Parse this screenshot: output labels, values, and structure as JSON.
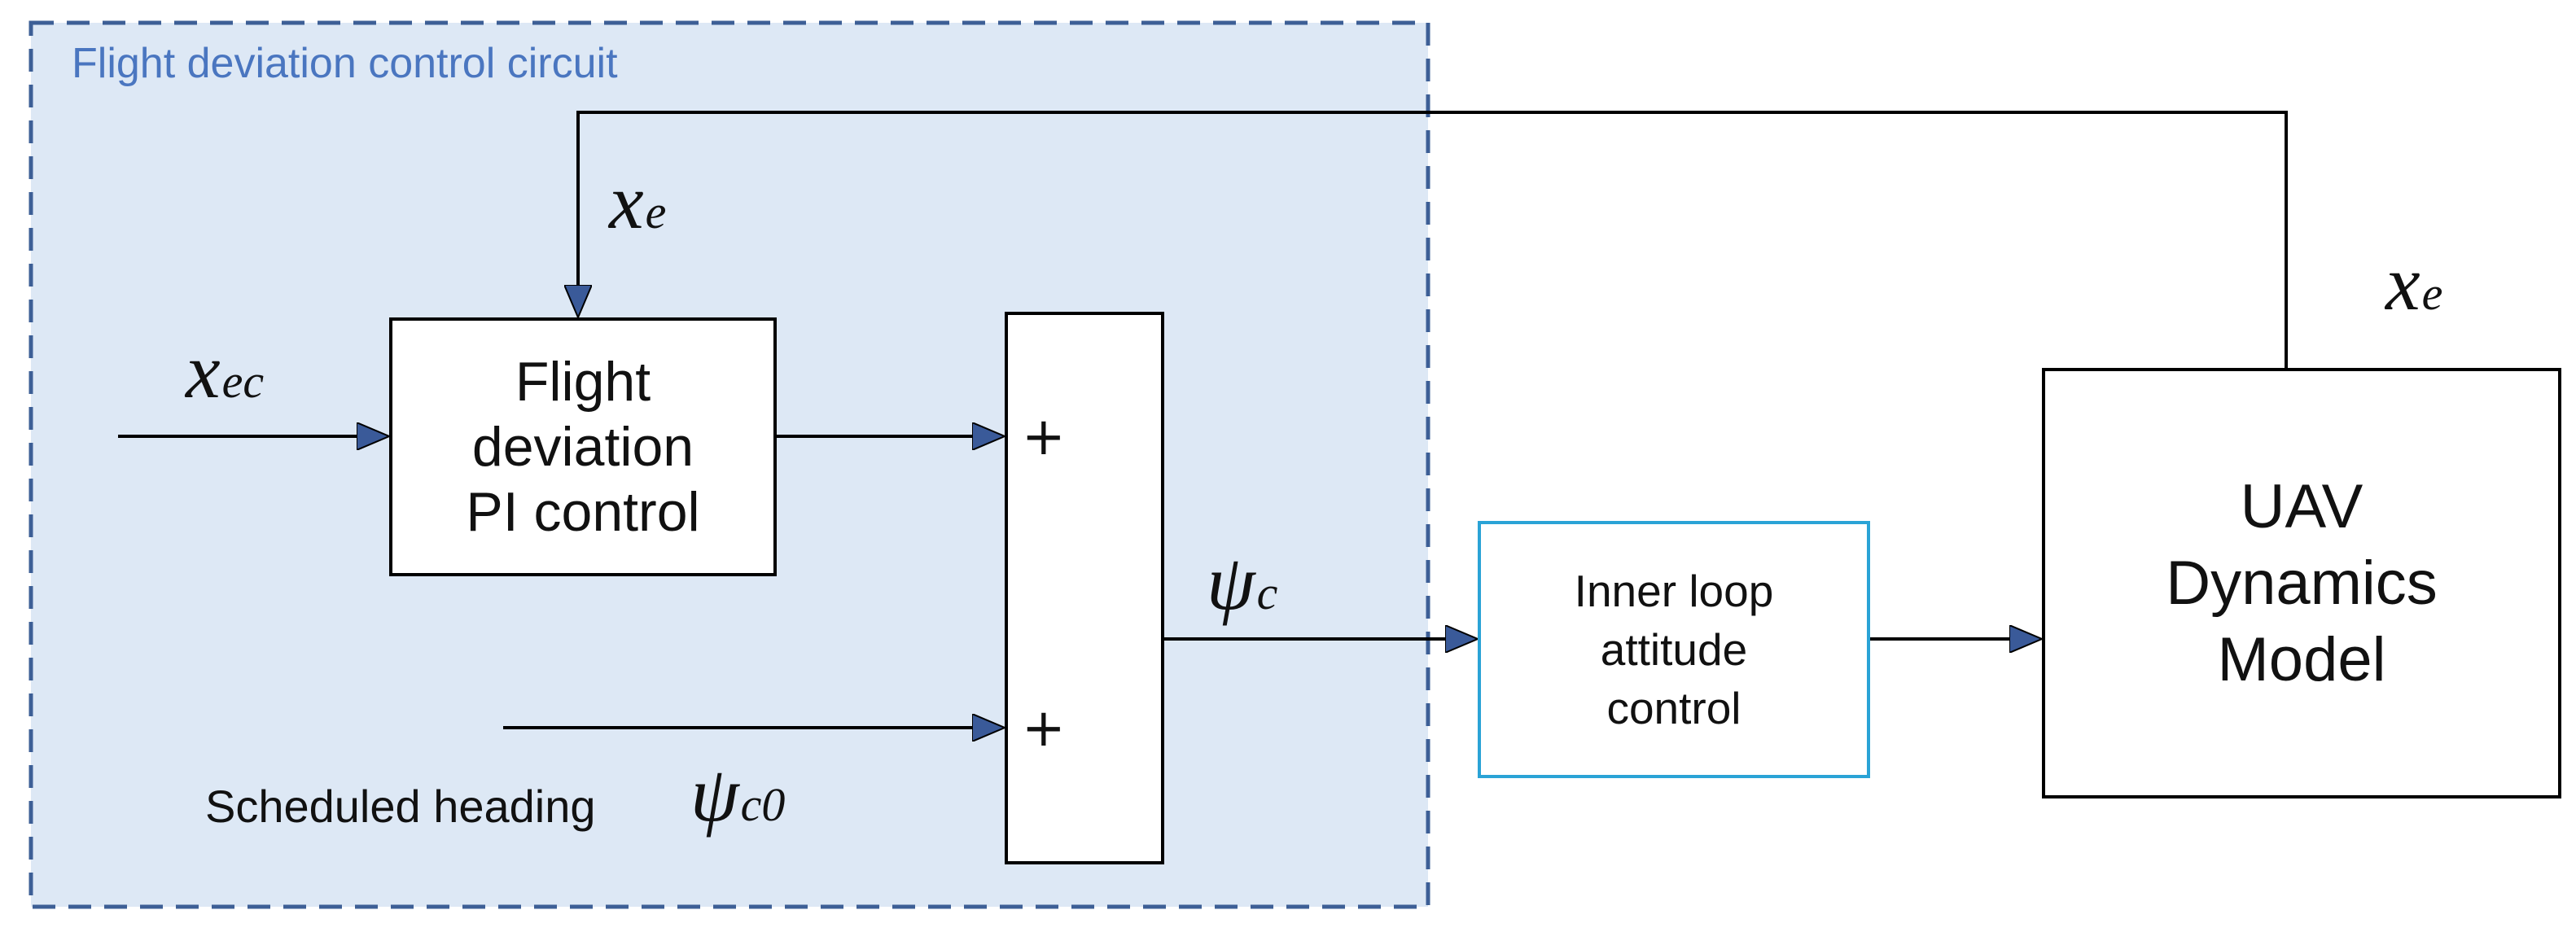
{
  "region": {
    "title": "Flight deviation control circuit"
  },
  "blocks": {
    "pi_control": "Flight\ndeviation\nPI control",
    "inner_loop": "Inner loop\nattitude\ncontrol",
    "uav_model": "UAV\nDynamics\nModel"
  },
  "summing_junction": {
    "top_sign": "+",
    "bottom_sign": "+"
  },
  "signals": {
    "xe_feedback": {
      "base": "x",
      "sub": "e"
    },
    "xe_output": {
      "base": "x",
      "sub": "e"
    },
    "xec_input": {
      "base": "x",
      "sub": "ec"
    },
    "psi_c": {
      "base": "ψ",
      "sub": "c"
    },
    "scheduled_heading": {
      "text": "Scheduled heading",
      "base": "ψ",
      "sub": "c0"
    }
  },
  "colors": {
    "region_fill": "#dde8f5",
    "region_border": "#3d5f96",
    "region_title": "#4a76c0",
    "inner_loop_border": "#2aa3d6",
    "arrowhead": "#3a5a99",
    "line": "#000000"
  }
}
